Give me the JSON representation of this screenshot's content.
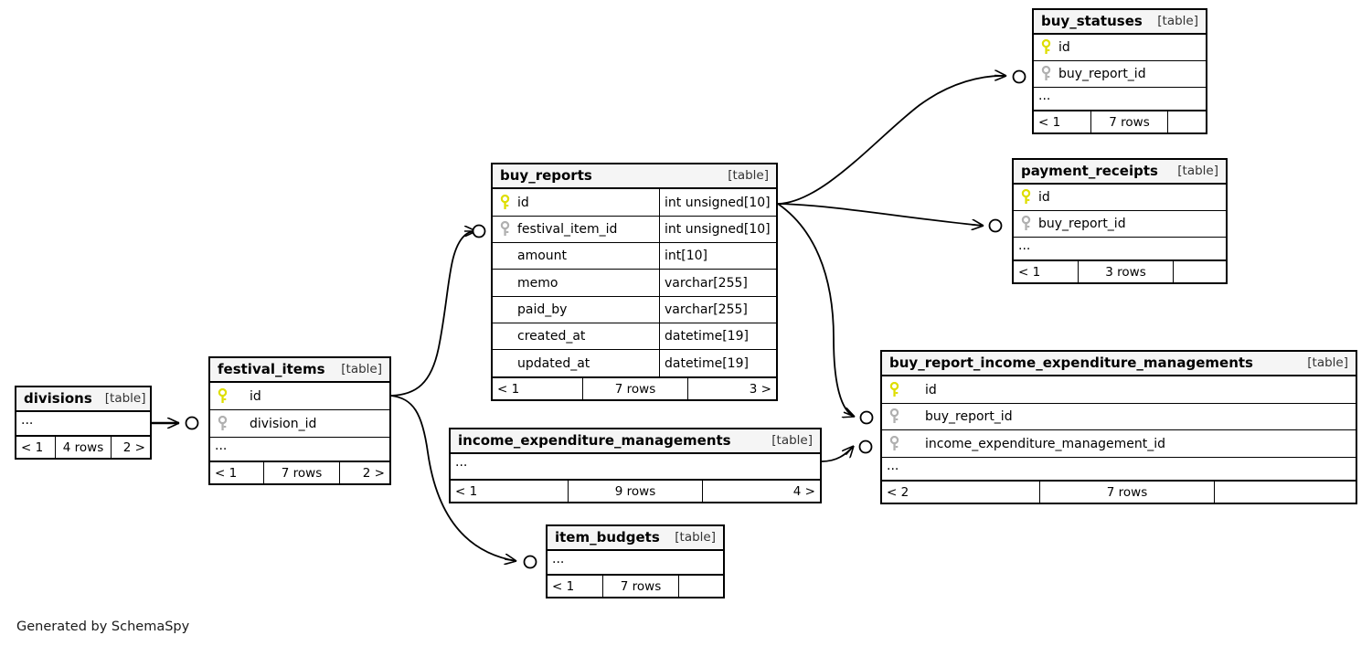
{
  "diagram": {
    "generator_credit": "Generated by SchemaSpy",
    "table_tag": "[table]",
    "ellipsis": "...",
    "colors": {
      "primary_key": "#e8e800",
      "foreign_key": "#aaaaaa",
      "border": "#000000",
      "header_bg": "#f5f5f5",
      "background": "#ffffff"
    }
  },
  "tables": {
    "buy_statuses": {
      "name": "buy_statuses",
      "tag": "[table]",
      "columns": [
        {
          "name": "id",
          "key": "primary",
          "type": ""
        },
        {
          "name": "buy_report_id",
          "key": "foreign",
          "type": ""
        }
      ],
      "has_ellipsis": true,
      "footer": {
        "left": "< 1",
        "mid": "7 rows",
        "right": ""
      }
    },
    "payment_receipts": {
      "name": "payment_receipts",
      "tag": "[table]",
      "columns": [
        {
          "name": "id",
          "key": "primary",
          "type": ""
        },
        {
          "name": "buy_report_id",
          "key": "foreign",
          "type": ""
        }
      ],
      "has_ellipsis": true,
      "footer": {
        "left": "< 1",
        "mid": "3 rows",
        "right": ""
      }
    },
    "buy_reports": {
      "name": "buy_reports",
      "tag": "[table]",
      "columns": [
        {
          "name": "id",
          "key": "primary",
          "type": "int unsigned[10]"
        },
        {
          "name": "festival_item_id",
          "key": "foreign",
          "type": "int unsigned[10]"
        },
        {
          "name": "amount",
          "key": "none",
          "type": "int[10]"
        },
        {
          "name": "memo",
          "key": "none",
          "type": "varchar[255]"
        },
        {
          "name": "paid_by",
          "key": "none",
          "type": "varchar[255]"
        },
        {
          "name": "created_at",
          "key": "none",
          "type": "datetime[19]"
        },
        {
          "name": "updated_at",
          "key": "none",
          "type": "datetime[19]"
        }
      ],
      "has_ellipsis": false,
      "footer": {
        "left": "< 1",
        "mid": "7 rows",
        "right": "3 >"
      }
    },
    "buy_report_income_expenditure_managements": {
      "name": "buy_report_income_expenditure_managements",
      "tag": "[table]",
      "columns": [
        {
          "name": "id",
          "key": "primary",
          "type": ""
        },
        {
          "name": "buy_report_id",
          "key": "foreign",
          "type": ""
        },
        {
          "name": "income_expenditure_management_id",
          "key": "foreign",
          "type": ""
        }
      ],
      "has_ellipsis": true,
      "footer": {
        "left": "< 2",
        "mid": "7 rows",
        "right": ""
      }
    },
    "income_expenditure_managements": {
      "name": "income_expenditure_managements",
      "tag": "[table]",
      "columns": [],
      "has_ellipsis": true,
      "footer": {
        "left": "< 1",
        "mid": "9 rows",
        "right": "4 >"
      }
    },
    "festival_items": {
      "name": "festival_items",
      "tag": "[table]",
      "columns": [
        {
          "name": "id",
          "key": "primary",
          "type": ""
        },
        {
          "name": "division_id",
          "key": "foreign",
          "type": ""
        }
      ],
      "has_ellipsis": true,
      "footer": {
        "left": "< 1",
        "mid": "7 rows",
        "right": "2 >"
      }
    },
    "divisions": {
      "name": "divisions",
      "tag": "[table]",
      "columns": [],
      "has_ellipsis": true,
      "footer": {
        "left": "< 1",
        "mid": "4 rows",
        "right": "2 >"
      }
    },
    "item_budgets": {
      "name": "item_budgets",
      "tag": "[table]",
      "columns": [],
      "has_ellipsis": true,
      "footer": {
        "left": "< 1",
        "mid": "7 rows",
        "right": ""
      }
    }
  },
  "relationships": [
    {
      "from": "buy_reports.id",
      "to": "buy_statuses.buy_report_id"
    },
    {
      "from": "buy_reports.id",
      "to": "payment_receipts.buy_report_id"
    },
    {
      "from": "buy_reports.id",
      "to": "buy_report_income_expenditure_managements.buy_report_id"
    },
    {
      "from": "festival_items.id",
      "to": "buy_reports.festival_item_id"
    },
    {
      "from": "festival_items.id",
      "to": "item_budgets"
    },
    {
      "from": "divisions",
      "to": "festival_items.division_id"
    },
    {
      "from": "income_expenditure_managements",
      "to": "buy_report_income_expenditure_managements.income_expenditure_management_id"
    }
  ]
}
